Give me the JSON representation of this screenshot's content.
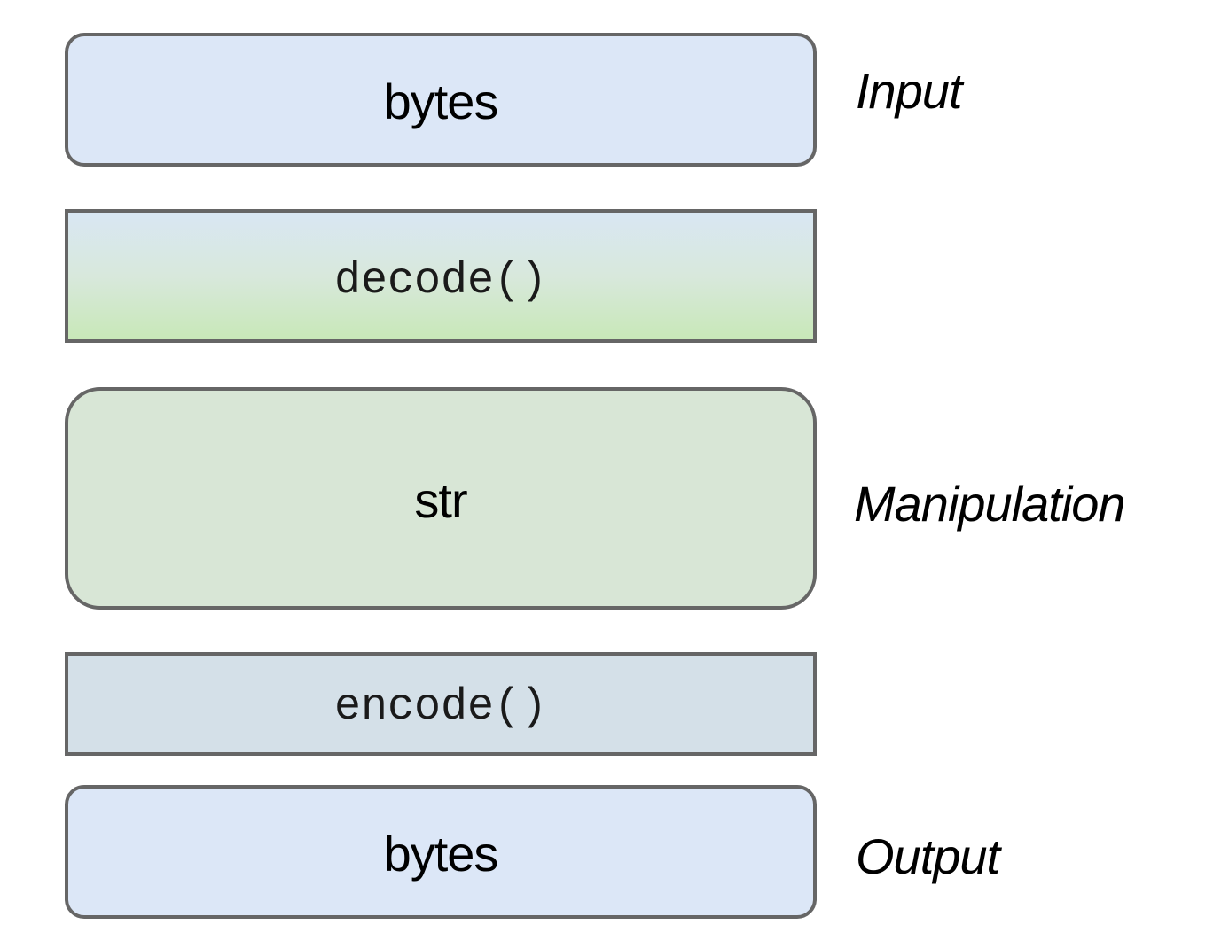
{
  "layers": {
    "input": {
      "label": "bytes"
    },
    "decode": {
      "label": "decode()"
    },
    "str": {
      "label": "str"
    },
    "encode": {
      "label": "encode()"
    },
    "output": {
      "label": "bytes"
    }
  },
  "stage_labels": {
    "input": "Input",
    "manipulation": "Manipulation",
    "output": "Output"
  },
  "colors": {
    "bytes_fill": "#dce7f7",
    "decode_fill_top": "#d9e7f3",
    "decode_fill_bottom": "#c8e8b8",
    "str_fill": "#d8e6d6",
    "encode_fill": "#d4e0e8",
    "border": "#666666"
  }
}
